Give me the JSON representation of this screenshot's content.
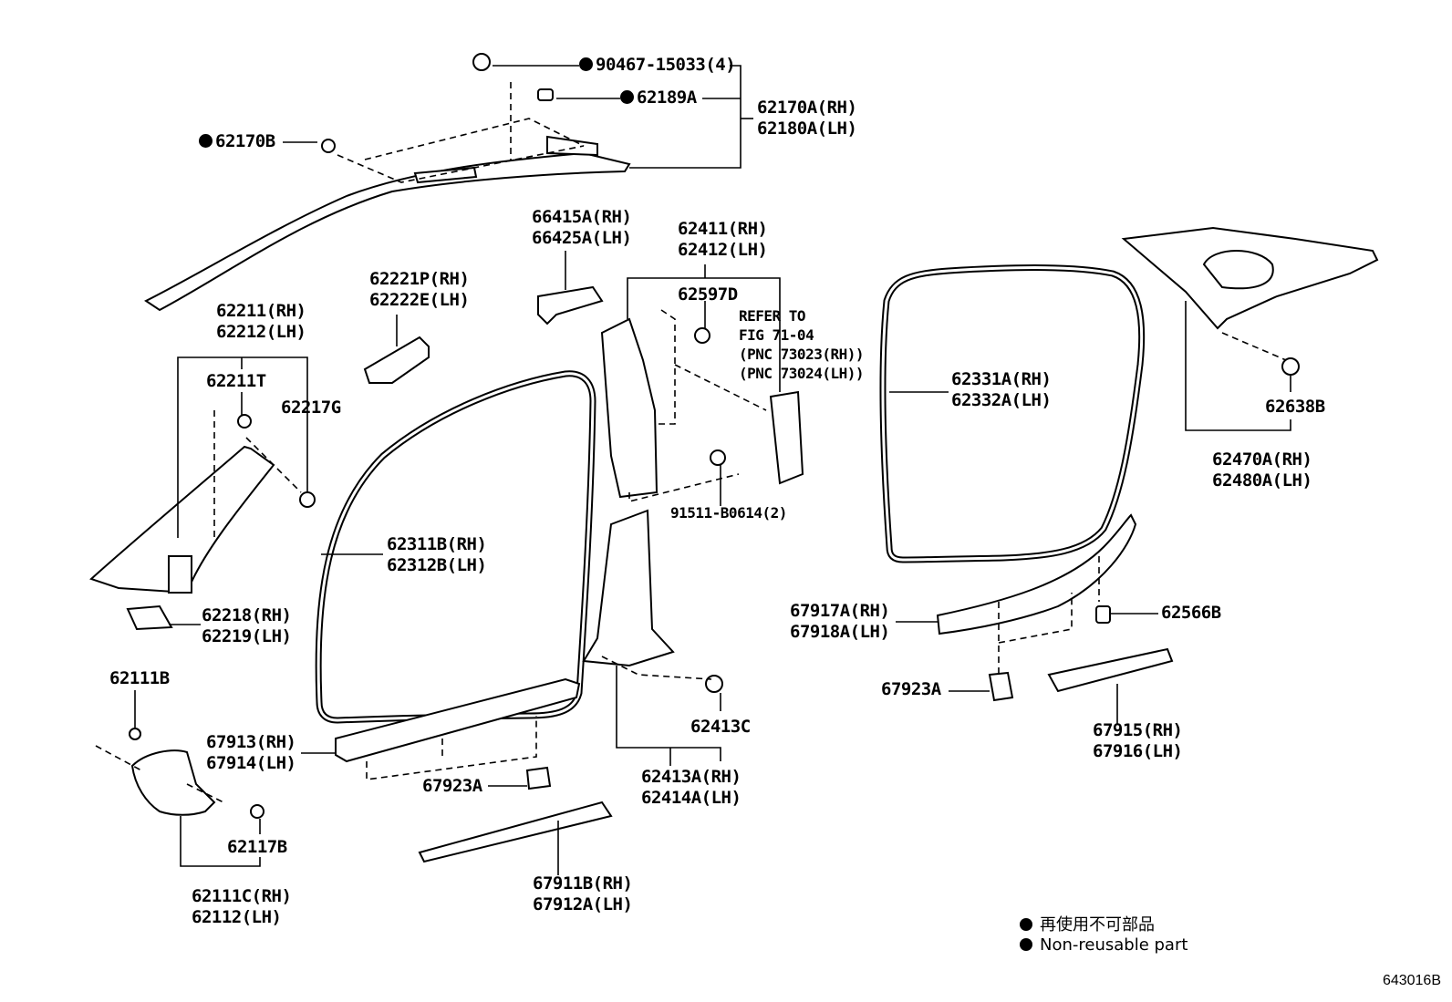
{
  "labels": {
    "p90467": "90467-15033(4)",
    "p62189a": "62189A",
    "p62170a": "62170A(RH)",
    "p62180a": "62180A(LH)",
    "p62170b": "62170B",
    "p66415a": "66415A(RH)",
    "p66425a": "66425A(LH)",
    "p62411": "62411(RH)",
    "p62412": "62412(LH)",
    "p62221p": "62221P(RH)",
    "p62222e": "62222E(LH)",
    "p62597d": "62597D",
    "refer1": "REFER TO",
    "refer2": "FIG 71-04",
    "refer3": "(PNC 73023(RH))",
    "refer4": "(PNC 73024(LH))",
    "p62211": "62211(RH)",
    "p62212": "62212(LH)",
    "p62211t": "62211T",
    "p62217g": "62217G",
    "p62331a": "62331A(RH)",
    "p62332a": "62332A(LH)",
    "p62638b": "62638B",
    "p62470a": "62470A(RH)",
    "p62480a": "62480A(LH)",
    "p91511": "91511-B0614(2)",
    "p62311b": "62311B(RH)",
    "p62312b": "62312B(LH)",
    "p62218": "62218(RH)",
    "p62219": "62219(LH)",
    "p67917a": "67917A(RH)",
    "p67918a": "67918A(LH)",
    "p62566b": "62566B",
    "p62111b": "62111B",
    "p67923a_r": "67923A",
    "p62413c": "62413C",
    "p67913": "67913(RH)",
    "p67914": "67914(LH)",
    "p67915": "67915(RH)",
    "p67916": "67916(LH)",
    "p67923a_l": "67923A",
    "p62413a": "62413A(RH)",
    "p62414a": "62414A(LH)",
    "p62117b": "62117B",
    "p62111c": "62111C(RH)",
    "p62112": "62112(LH)",
    "p67911b": "67911B(RH)",
    "p67912a": "67912A(LH)"
  },
  "legend": {
    "jp": "再使用不可部品",
    "en": "Non-reusable part"
  },
  "diagram_code": "643016B"
}
